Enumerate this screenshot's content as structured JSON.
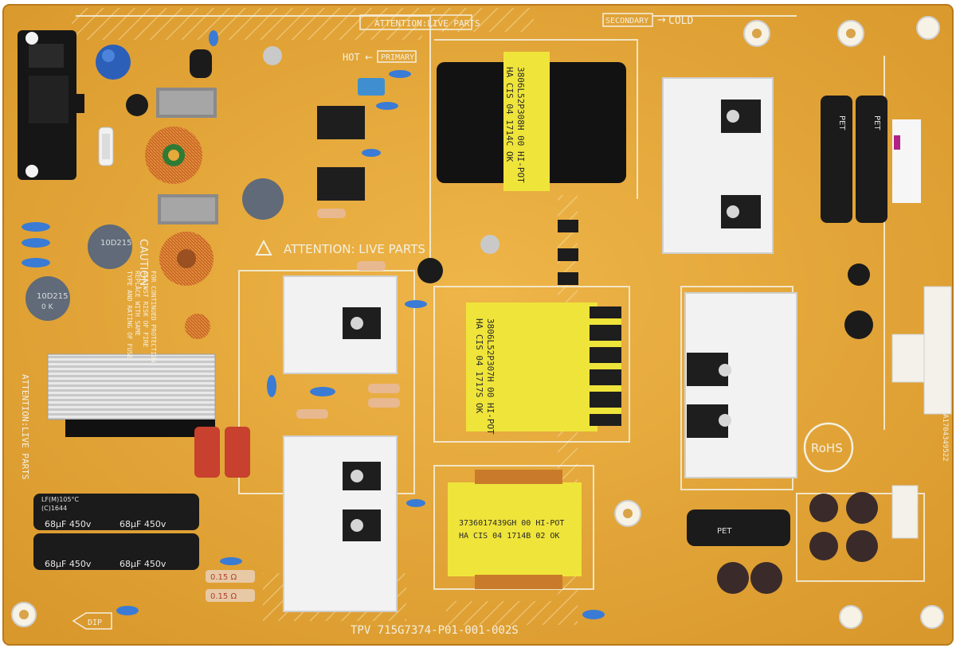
{
  "silkscreen": {
    "attention_top": "ATTENTION:LIVE PARTS",
    "secondary": "SECONDARY",
    "cold": "COLD",
    "hot": "HOT",
    "primary": "PRIMARY",
    "attention_mid": "ATTENTION: LIVE PARTS",
    "attention_left": "ATTENTION:LIVE PARTS",
    "caution": "CAUTION:",
    "caution_lines": [
      "FOR CONTINUED PROTECTION",
      "AGAINST RISK OF FIRE",
      "REPLACE WITH SAME",
      "TYPE AND RATING OF FUSE"
    ],
    "board_id": "TPV   715G7374-P01-001-002S",
    "rohs": "RoHS",
    "dip": "DIP",
    "serial_right": "A1704349522"
  },
  "transformers": [
    {
      "id": "top-black",
      "lines": [
        "3806L52P308H  00  HI-POT",
        "HA  CIS 04  1714C  OK"
      ]
    },
    {
      "id": "middle-yellow",
      "lines": [
        "3806L52P307H  00  HI-POT",
        "HA  CIS 04  1717S  OK"
      ]
    },
    {
      "id": "bottom-yellow",
      "lines": [
        "3736017439GH  00  HI-POT",
        "HA  CIS 04 1714B 02  OK"
      ]
    }
  ],
  "capacitors": {
    "bulk_label": "68µF 450v",
    "bulk_series": "LF(M)105°C",
    "bulk_code": "(C)1644",
    "pet": "PET"
  },
  "resistors": {
    "r1_label": "0.15 Ω",
    "r2_label": "0.15 Ω"
  },
  "varistor": {
    "code": "10D215",
    "sub": "0 K"
  },
  "colors": {
    "pcb": "#e6a93a",
    "pcb_dark": "#cf8f22",
    "silk": "#f4f0e0",
    "transformer_yellow": "#efe43a",
    "heatsink": "#f2f2f2",
    "capacitor_black": "#1b1b1b",
    "film_red": "#c8402e",
    "blue_cap": "#2f6fc9"
  }
}
